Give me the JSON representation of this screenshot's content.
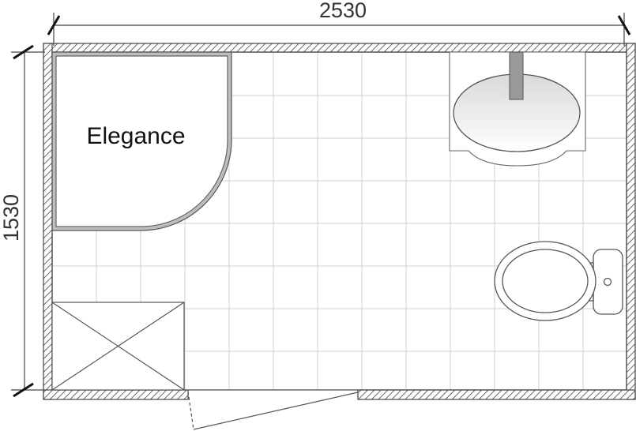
{
  "dimensions": {
    "width_label": "2530",
    "height_label": "1530"
  },
  "fixtures": {
    "shower_label": "Elegance"
  },
  "colors": {
    "wall_hatch": "#444444",
    "tile_line": "#cfcfcf",
    "fixture_stroke": "#555555",
    "fixture_fill": "#ffffff",
    "shower_tray_fill": "#bdbdbd"
  },
  "icons": {
    "shower": "quarter-round-shower-tray",
    "sink": "wash-basin",
    "toilet": "toilet",
    "cabinet": "crossed-box",
    "door": "door-swing"
  }
}
